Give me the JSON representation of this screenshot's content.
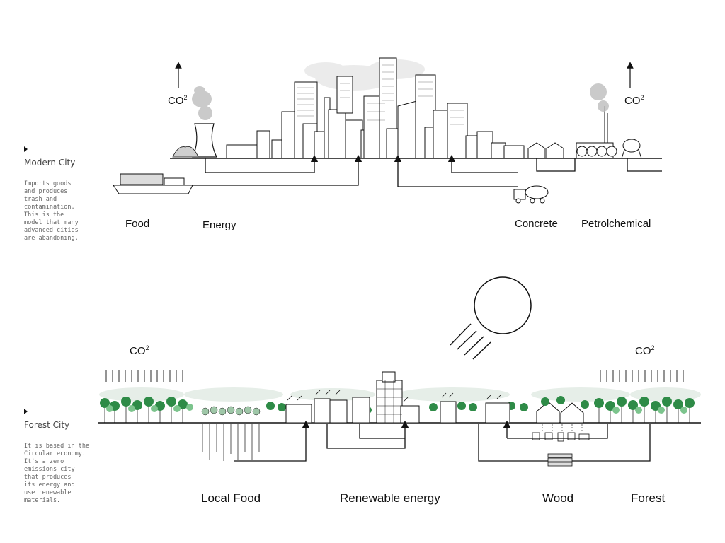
{
  "modern_city": {
    "title": "Modern City",
    "description": "Imports goods\nand produces\ntrash and\ncontamination.\nThis is the\nmodel that many\nadvanced cities\nare abandoning.",
    "labels": {
      "food": "Food",
      "energy": "Energy",
      "concrete": "Concrete",
      "petrochemical": "Petrolchemical"
    },
    "co2_left": "CO",
    "co2_right": "CO",
    "co2_sup": "2"
  },
  "forest_city": {
    "title": "Forest City",
    "description": "It is based in the\nCircular economy.\nIt's a zero\nemissions city\nthat produces\nits energy and\nuse renewable\nmaterials.",
    "labels": {
      "local_food": "Local Food",
      "renewable_energy": "Renewable energy",
      "wood": "Wood",
      "forest": "Forest"
    },
    "co2_left": "CO",
    "co2_right": "CO",
    "co2_sup": "2"
  },
  "colors": {
    "tree_green": "#2e8b47",
    "tree_light": "#7cc48d",
    "haze": "#e8efe9",
    "ink": "#111111",
    "smoke": "#bdbdbd"
  }
}
